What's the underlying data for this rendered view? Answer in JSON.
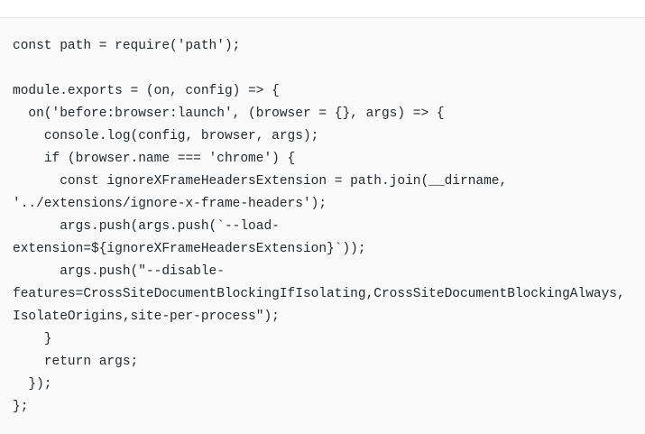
{
  "document": {
    "type": "code-block",
    "language": "javascript",
    "background_color": "#fafafa",
    "border_color": "#e8e8e8",
    "text_color": "#24292e",
    "page_background": "#ffffff"
  },
  "code": {
    "full_text": "const path = require('path');\n\nmodule.exports = (on, config) => {\n  on('before:browser:launch', (browser = {}, args) => {\n    console.log(config, browser, args);\n    if (browser.name === 'chrome') {\n      const ignoreXFrameHeadersExtension = path.join(__dirname, '../extensions/ignore-x-frame-headers');\n      args.push(args.push(`--load-extension=${ignoreXFrameHeadersExtension}`));\n      args.push(\"--disable-features=CrossSiteDocumentBlockingIfIsolating,CrossSiteDocumentBlockingAlways,IsolateOrigins,site-per-process\");\n    }\n    return args;\n  });\n};",
    "lines": [
      "const path = require('path');",
      "",
      "module.exports = (on, config) => {",
      "  on('before:browser:launch', (browser = {}, args) => {",
      "    console.log(config, browser, args);",
      "    if (browser.name === 'chrome') {",
      "      const ignoreXFrameHeadersExtension = path.join(__dirname, '../extensions/ignore-x-frame-headers');",
      "      args.push(args.push(`--load-extension=${ignoreXFrameHeadersExtension}`));",
      "      args.push(\"--disable-features=CrossSiteDocumentBlockingIfIsolating,CrossSiteDocumentBlockingAlways,IsolateOrigins,site-per-process\");",
      "    }",
      "    return args;",
      "  });",
      "};"
    ]
  }
}
